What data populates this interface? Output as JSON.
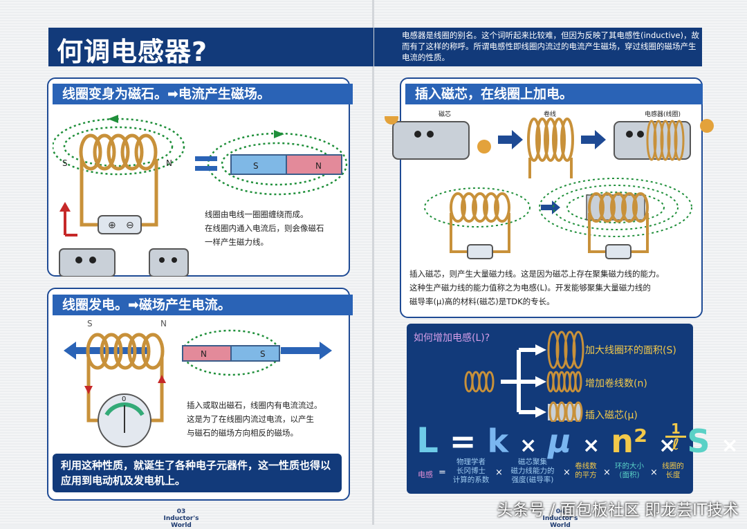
{
  "title": "何调电感器?",
  "intro": "电感器是线圈的别名。这个词听起来比较难，但因为反映了其电感性(inductive)，故而有了这样的称呼。所谓电感性即线圈内流过的电流产生磁场，穿过线圈的磁场产生电流的性质。",
  "sections": {
    "coil_magnet": {
      "heading": "线圈变身为磁石。➡电流产生磁场。",
      "pole_s": "S",
      "pole_n": "N",
      "note": [
        "线圈由电线一圈圈缠绕而成。",
        "在线圈内通入电流后，则会像磁石",
        "一样产生磁力线。"
      ]
    },
    "coil_generate": {
      "heading": "线圈发电。➡磁场产生电流。",
      "pole_s": "S",
      "pole_n": "N",
      "meter_zero": "0",
      "note": [
        "插入或取出磁石，线圈内有电流流过。",
        "这是为了在线圈内流过电流，以产生",
        "与磁石的磁场方向相反的磁场。"
      ],
      "summary": "利用这种性质，就诞生了各种电子元器件，这一性质也得以应用到电动机及发电机上。"
    },
    "insert_core": {
      "heading": "插入磁芯，在线圈上加电。",
      "label_core": "磁芯",
      "label_coil": "卷线",
      "label_inductor": "电感器(线圈)",
      "note": [
        "插入磁芯，则产生大量磁力线。这是因为磁芯上存在聚集磁力线的能力。",
        "这种生产磁力线的能力值称之为电感(L)。开发能够聚集大量磁力线的",
        "磁导率(μ)高的材料(磁芯)是TDK的专长。"
      ]
    },
    "increase": {
      "heading": "如何增加电感(L)?",
      "options": [
        "加大线圈环的面积(S)",
        "增加卷线数(n)",
        "插入磁芯(μ)"
      ],
      "formula": {
        "L": "L",
        "eq": "=",
        "k": "k",
        "x": "×",
        "mu": "μ",
        "n2": "n²",
        "S": "S",
        "one": "1",
        "ell": "ℓ"
      },
      "explain": {
        "inductance": "电感",
        "k": [
          "物理学者",
          "长冈博士",
          "计算的系数"
        ],
        "mu": [
          "磁芯聚集",
          "磁力线能力的",
          "强度(磁导率)"
        ],
        "n2": [
          "卷线数",
          "的平方"
        ],
        "S": [
          "环的大小",
          "(面积)"
        ],
        "ell": [
          "线圈的",
          "长度"
        ]
      }
    }
  },
  "footer": {
    "left_page": "03",
    "left_title": "Inductor's World",
    "right_page": "04",
    "right_title": "Inductor's World"
  },
  "watermark": "头条号 / 面包板社区 即龙芸IT技术",
  "colors": {
    "navy": "#123a7a",
    "heading_blue": "#2a63b6",
    "coil": "#c8913a",
    "field": "#1f8f3a",
    "magnet_s": "#7fb8e6",
    "magnet_n": "#e38a9a"
  }
}
